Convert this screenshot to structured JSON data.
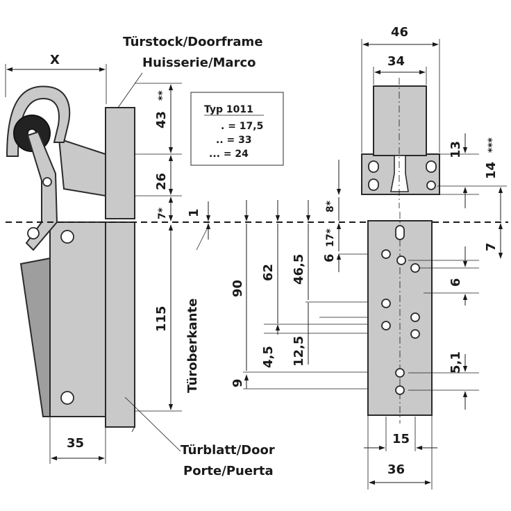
{
  "labels": {
    "doorframe_line1": "Türstock/Doorframe",
    "doorframe_line2": "Huisserie/Marco",
    "door_line1": "Türblatt/Door",
    "door_line2": "Porte/Puerta",
    "door_edge": "Türoberkante"
  },
  "type_box": {
    "title": "Typ 1011",
    "row1": ". = 17,5",
    "row2": ".. = 33",
    "row3": "... = 24"
  },
  "dimensions": {
    "x": "X",
    "d43": "43",
    "d26": "26",
    "d7a": "7*",
    "d1": "1",
    "d115": "115",
    "d35": "35",
    "d90": "90",
    "d62": "62",
    "d46_5": "46,5",
    "d8": "8*",
    "d17": "17*",
    "d6a": "6",
    "d4_5": "4,5",
    "d12_5": "12,5",
    "d9": "9",
    "d46": "46",
    "d34": "34",
    "d13": "13",
    "d14": "14",
    "d7b": "7",
    "d6b": "6",
    "d5_1": "5,1",
    "d15": "15",
    "d36": "36",
    "mark2": "**",
    "mark3": "***"
  }
}
